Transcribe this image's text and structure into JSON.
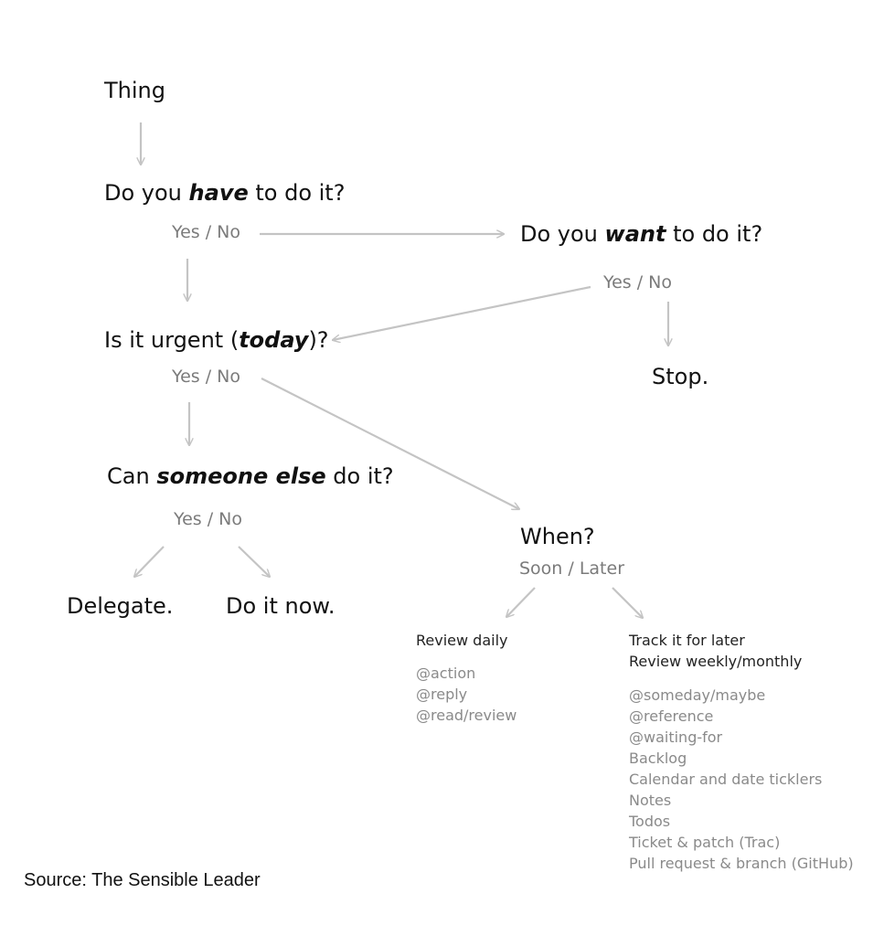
{
  "nodes": {
    "thing": "Thing",
    "have_pre": "Do you ",
    "have_em": "have",
    "have_post": " to do it?",
    "want_pre": "Do you ",
    "want_em": "want",
    "want_post": " to do it?",
    "urgent_pre": "Is it urgent (",
    "urgent_em": "today",
    "urgent_post": ")?",
    "stop": "Stop.",
    "someone_pre": "Can ",
    "someone_em": "someone else",
    "someone_post": " do it?",
    "delegate": "Delegate.",
    "do_now": "Do it now.",
    "when": "When?"
  },
  "answers": {
    "have": "Yes / No",
    "want": "Yes / No",
    "urgent": "Yes / No",
    "someone": "Yes / No",
    "when": "Soon / Later"
  },
  "review_daily": {
    "title": "Review daily",
    "items": [
      "@action",
      "@reply",
      "@read/review"
    ]
  },
  "track_later": {
    "title_1": "Track it for later",
    "title_2": "Review weekly/monthly",
    "items": [
      "@someday/maybe",
      "@reference",
      "@waiting-for",
      "Backlog",
      "Calendar and date ticklers",
      "Notes",
      "Todos",
      "Ticket & patch (Trac)",
      "Pull request & branch (GitHub)"
    ]
  },
  "source": "Source: The Sensible Leader",
  "colors": {
    "arrow": "#c4c4c4",
    "answer_text": "#7b7b7b",
    "list_text": "#8a8a8a"
  }
}
